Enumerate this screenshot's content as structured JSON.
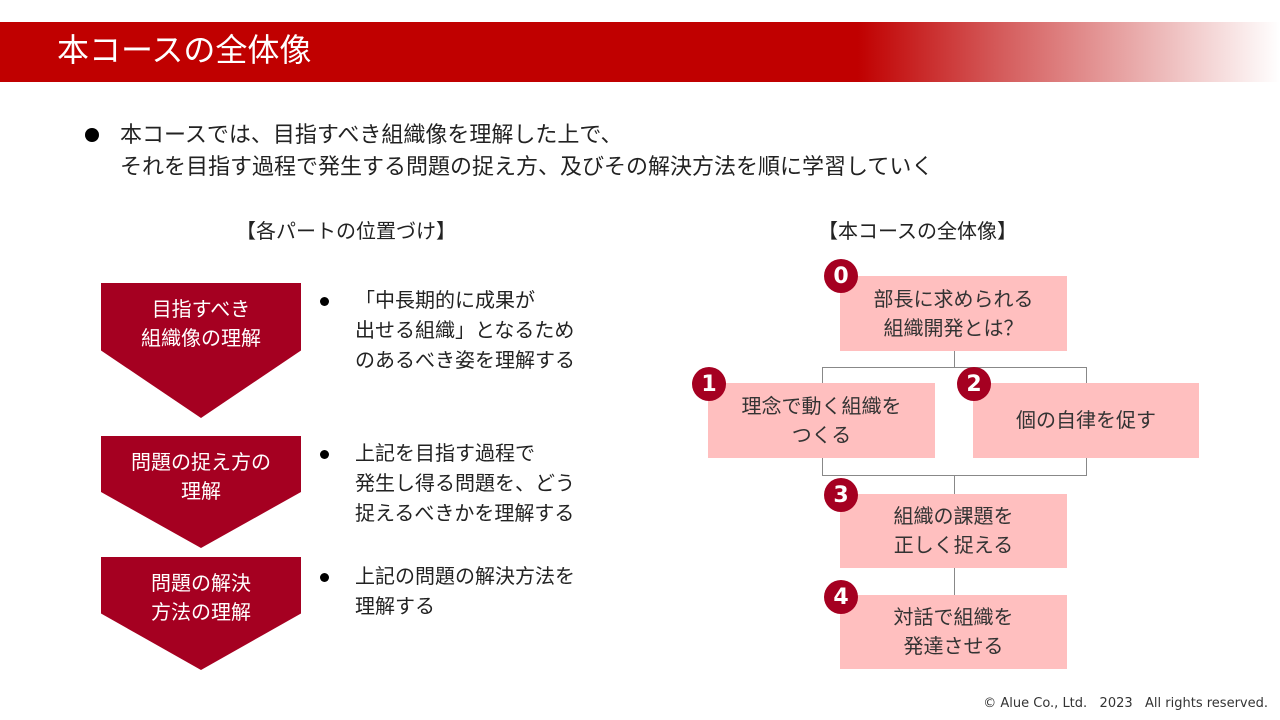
{
  "title": "本コースの全体像",
  "intro": [
    "本コースでは、目指すべき組織像を理解した上で、",
    "それを目指す過程で発生する問題の捉え方、及びその解決方法を順に学習していく"
  ],
  "left": {
    "heading": "【各パートの位置づけ】",
    "parts": [
      {
        "label": [
          "目指すべき",
          "組織像の理解"
        ],
        "desc": [
          "「中長期的に成果が",
          "出せる組織」となるため",
          "のあるべき姿を理解する"
        ]
      },
      {
        "label": [
          "問題の捉え方の",
          "理解"
        ],
        "desc": [
          "上記を目指す過程で",
          "発生し得る問題を、どう",
          "捉えるべきかを理解する"
        ]
      },
      {
        "label": [
          "問題の解決",
          "方法の理解"
        ],
        "desc": [
          "上記の問題の解決方法を",
          "理解する"
        ]
      }
    ]
  },
  "right": {
    "heading": "【本コースの全体像】",
    "boxes": [
      {
        "num": "0",
        "text": [
          "部長に求められる",
          "組織開発とは？"
        ]
      },
      {
        "num": "1",
        "text": [
          "理念で動く組織を",
          "つくる"
        ]
      },
      {
        "num": "2",
        "text": [
          "個の自律を促す"
        ]
      },
      {
        "num": "3",
        "text": [
          "組織の課題を",
          "正しく捉える"
        ]
      },
      {
        "num": "4",
        "text": [
          "対話で組織を",
          "発達させる"
        ]
      }
    ]
  },
  "copyright": "© Alue Co., Ltd.   2023   All rights reserved.",
  "colors": {
    "header": "#c00000",
    "accent": "#a50021",
    "box": "#ffbfbf"
  }
}
